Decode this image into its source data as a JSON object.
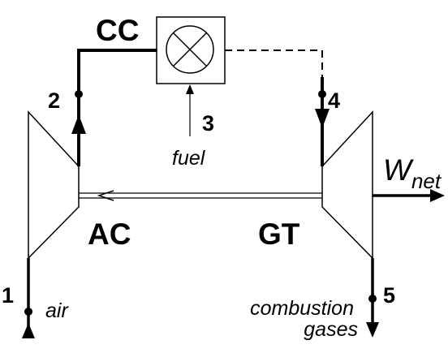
{
  "components": {
    "combustion_chamber": "CC",
    "compressor": "AC",
    "turbine": "GT"
  },
  "states": {
    "s1": "1",
    "s2": "2",
    "s3": "3",
    "s4": "4",
    "s5": "5"
  },
  "streams": {
    "air": "air",
    "fuel": "fuel",
    "exhaust_line1": "combustion",
    "exhaust_line2": "gases"
  },
  "work": {
    "symbol": "W",
    "subscript": "net"
  },
  "colors": {
    "stroke": "#000000",
    "background": "#ffffff"
  }
}
